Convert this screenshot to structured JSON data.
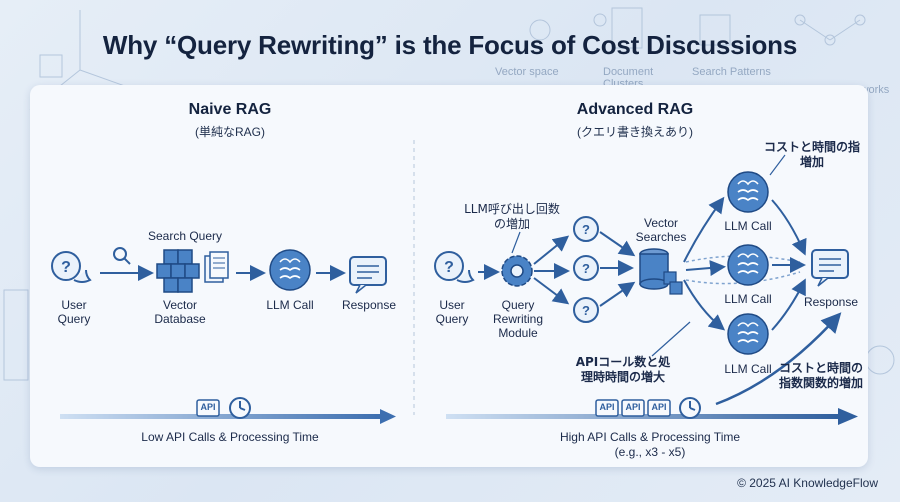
{
  "title": "Why “Query Rewriting” is the Focus of Cost Discussions",
  "background_labels": {
    "vector_space": "Vector space",
    "document_clusters": "Document Clusters",
    "search_patterns": "Search Patterns",
    "neural_networks": "Neural Networks"
  },
  "naive": {
    "heading": "Naive RAG",
    "subheading": "(単純なRAG)",
    "search_query_label": "Search Query",
    "user_query_label": "User Query",
    "vector_db_label": "Vector Database",
    "llm_call_label": "LLM Call",
    "response_label": "Response",
    "footer": "Low API Calls & Processing Time"
  },
  "advanced": {
    "heading": "Advanced RAG",
    "subheading": "(クエリ書き換えあり)",
    "llm_calls_note": "LLM呼び出し回数の増加",
    "user_query_label": "User Query",
    "rewriting_label": "Query Rewriting Module",
    "vector_searches_label": "Vector Searches",
    "llm_call_label": "LLM Call",
    "response_label": "Response",
    "cost_time_note": "コストと時間の指増加",
    "api_note": "APIコール数と処理時時間の増大",
    "exp_note": "コストと時間の指数関数的増加",
    "footer": "High API Calls & Processing Time",
    "footer_sub": "(e.g., x3 - x5)"
  },
  "api_badge": "API",
  "copyright": "© 2025 AI KnowledgeFlow",
  "colors": {
    "primary": "#2f5f9e",
    "accent": "#3d78c0",
    "light": "#bcd3ee",
    "dark": "#14233f"
  }
}
